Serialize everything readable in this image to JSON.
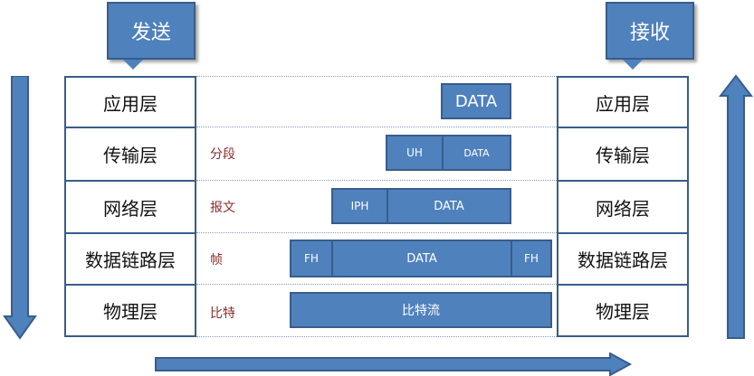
{
  "callouts": {
    "send": "发送",
    "receive": "接收"
  },
  "layers": [
    "应用层",
    "传输层",
    "网络层",
    "数据链路层",
    "物理层"
  ],
  "annotations": {
    "segment": "分段",
    "packet": "报文",
    "frame": "帧",
    "bits": "比特"
  },
  "pdu": {
    "app": {
      "data": "DATA"
    },
    "transport": {
      "header": "UH",
      "data": "DATA"
    },
    "network": {
      "header": "IPH",
      "data": "DATA"
    },
    "datalink": {
      "header": "FH",
      "data": "DATA",
      "trailer": "FH"
    },
    "physical": {
      "stream": "比特流"
    }
  },
  "colors": {
    "fill": "#4f81bd",
    "border": "#385d8a",
    "note_text": "#8b2c2c"
  }
}
